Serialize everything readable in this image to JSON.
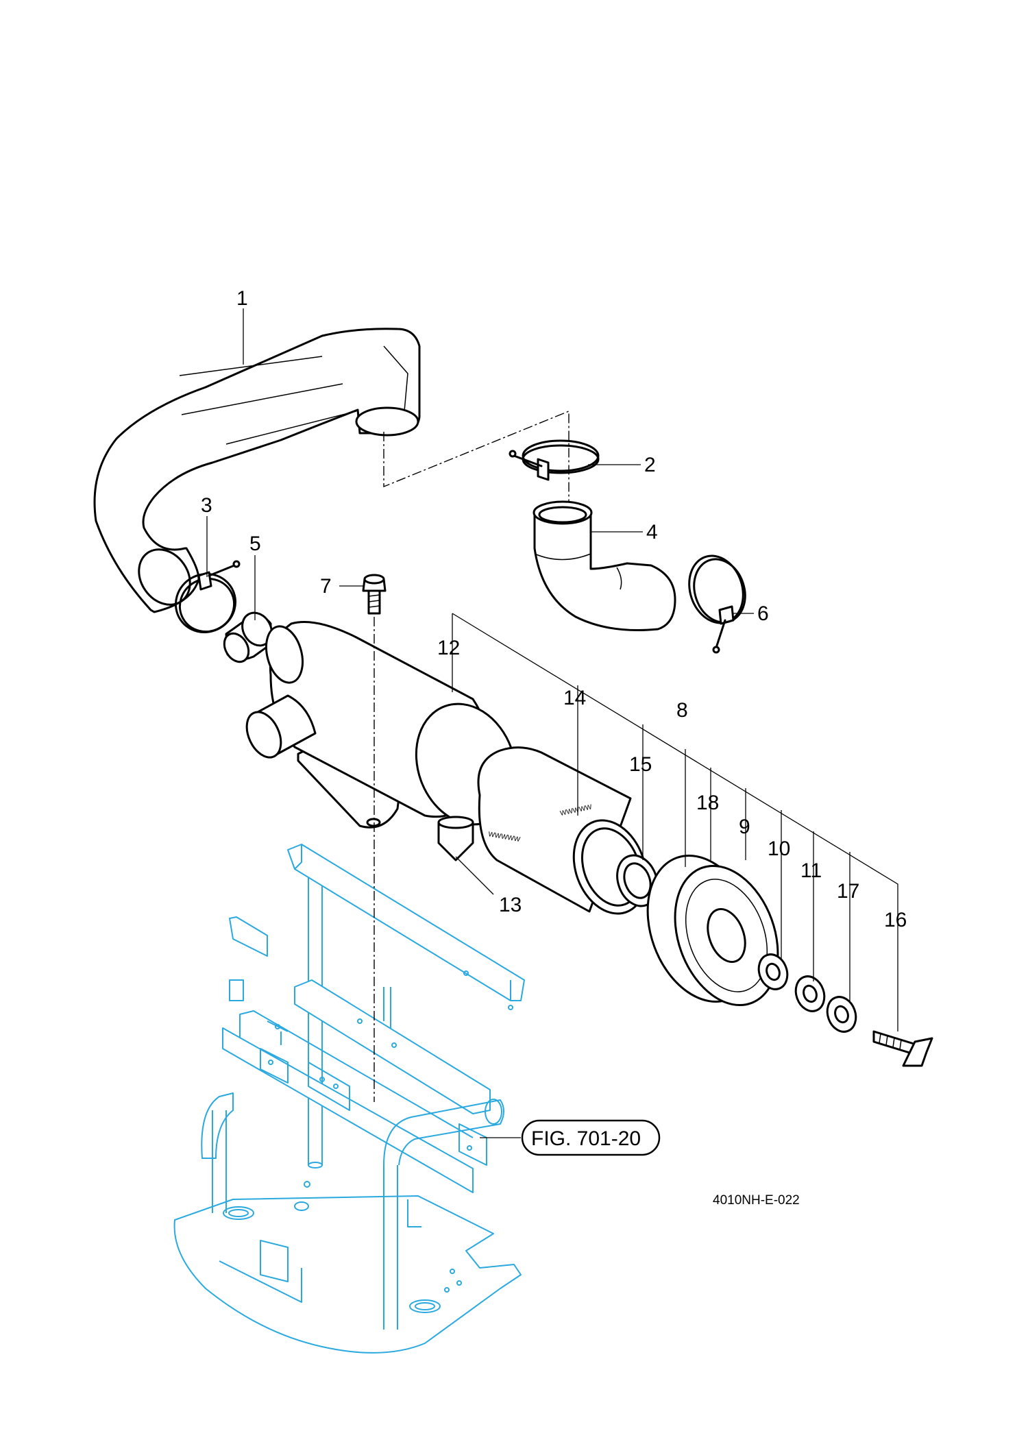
{
  "figure": {
    "drawing_code": "4010NH-E-022",
    "reference": "FIG. 701-20"
  },
  "callouts": {
    "c1": "1",
    "c2": "2",
    "c3": "3",
    "c4": "4",
    "c5": "5",
    "c6": "6",
    "c7": "7",
    "c8": "8",
    "c9": "9",
    "c10": "10",
    "c11": "11",
    "c12": "12",
    "c13": "13",
    "c14": "14",
    "c15": "15",
    "c16": "16",
    "c17": "17",
    "c18": "18"
  },
  "colors": {
    "line_art": "#000000",
    "frame": "#29a9e0",
    "background": "#ffffff"
  }
}
